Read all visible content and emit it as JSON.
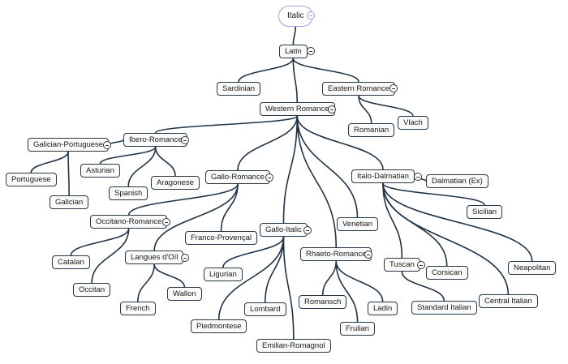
{
  "root": {
    "label": "Italic"
  },
  "nodes": {
    "latin": "Latin",
    "sardinian": "Sardinian",
    "eastern_romance": "Eastern Romance",
    "romanian": "Romanian",
    "vlach": "Vlach",
    "western_romance": "Western Romance",
    "ibero_romance": "Ibero-Romance",
    "galician_portuguese": "Galician-Portuguese",
    "portuguese": "Portuguese",
    "galician": "Galician",
    "asturian": "Asturian",
    "spanish": "Spanish",
    "aragonese": "Aragonese",
    "gallo_romance": "Gallo-Romance",
    "occitano_romance": "Occitano-Romance",
    "catalan": "Catalan",
    "occitan": "Occitan",
    "langues_doil": "Langues d'Oïl",
    "french": "French",
    "wallon": "Wallon",
    "franco_provencal": "Franco-Provençal",
    "gallo_italic": "Gallo-Italic",
    "ligurian": "Ligurian",
    "piedmontese": "Piedmontese",
    "lombard": "Lombard",
    "emilian_romagnol": "Emilian-Romagnol",
    "venetian": "Venetian",
    "rhaeto_romance": "Rhaeto-Romance",
    "romansch": "Romansch",
    "ladin": "Ladin",
    "frulian": "Frulian",
    "italo_dalmatian": "Italo-Dalmatian",
    "dalmatian": "Dalmatian (Ex)",
    "sicilian": "Sicilian",
    "tuscan": "Tuscan",
    "standard_italian": "Standard Italian",
    "corsican": "Corsican",
    "central_italian": "Central Italian",
    "neapolitan": "Neapolitan"
  }
}
